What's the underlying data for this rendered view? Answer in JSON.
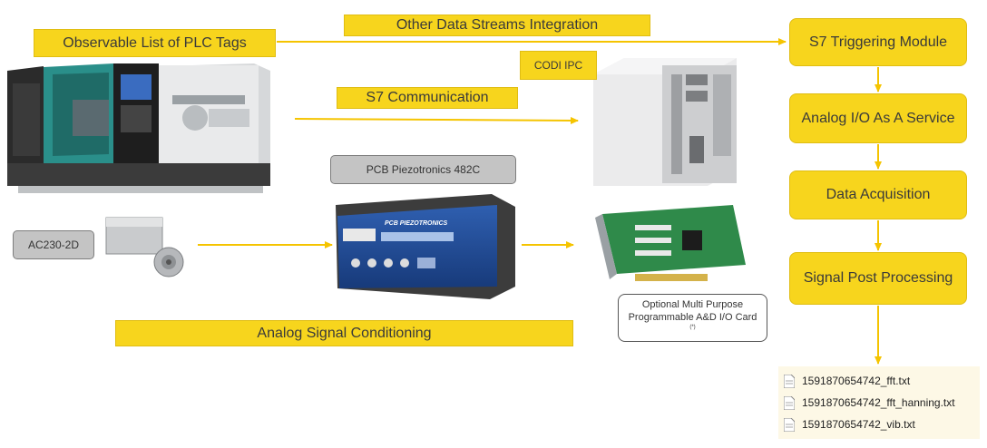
{
  "labels": {
    "observable_plc": "Observable List of PLC Tags",
    "other_streams": "Other Data Streams Integration",
    "s7_communication": "S7 Communication",
    "codi_ipc": "CODI IPC",
    "pcb_482c": "PCB Piezotronics 482C",
    "ac230": "AC230-2D",
    "analog_signal": "Analog Signal Conditioning",
    "optional_card": "Optional Multi Purpose Programmable A&D I/O Card",
    "optional_card_note": "(*)"
  },
  "pipeline": [
    "S7 Triggering Module",
    "Analog I/O As A Service",
    "Data Acquisition",
    "Signal Post Processing"
  ],
  "files": [
    "1591870654742_fft.txt",
    "1591870654742_fft_hanning.txt",
    "1591870654742_vib.txt"
  ],
  "device_text": {
    "pcb_brand": "PCB PIEZOTRONICS"
  },
  "colors": {
    "label_yellow": "#f7d51d",
    "arrow_yellow": "#f5c400",
    "label_gray": "#c4c4c4"
  }
}
